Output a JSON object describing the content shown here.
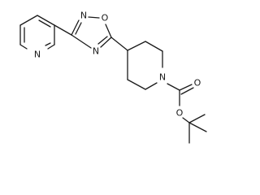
{
  "molecule": {
    "atoms": {
      "pyridine_n": "N",
      "oxadiazole_n2": "N",
      "oxadiazole_o1": "O",
      "oxadiazole_n4": "N",
      "piperidine_n": "N",
      "carbonyl_o": "O",
      "ester_o": "O"
    }
  }
}
